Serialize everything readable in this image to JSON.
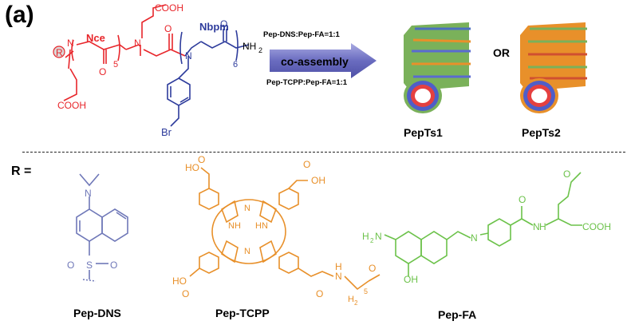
{
  "panel_label": "(a)",
  "r_equals": "R =",
  "or_text": "OR",
  "arrow_label": "co-assembly",
  "ratio_top": "Pep-DNS:Pep-FA=1:1",
  "ratio_bottom": "Pep-TCPP:Pep-FA=1:1",
  "peptoid": {
    "nce_label": "Nce",
    "nbpm_label": "Nbpm",
    "cooh_top": "COOH",
    "cooh_bottom": "COOH",
    "n_label": "N",
    "o_label": "O",
    "r_label": "R",
    "sub5": "5",
    "sub6": "6",
    "nh2": "NH",
    "nh2_sub": "2",
    "br": "Br"
  },
  "tubes": {
    "pepts1": "PepTs1",
    "pepts2": "PepTs2"
  },
  "dns": {
    "caption": "Pep-DNS",
    "n": "N",
    "s": "S",
    "o1": "O",
    "o2": "O"
  },
  "tcpp": {
    "caption": "Pep-TCPP",
    "oh": "OH",
    "o": "O",
    "ho": "HO",
    "nh": "NH",
    "hn": "HN",
    "n": "N",
    "h": "H",
    "ch2": "H",
    "ch2_sub": "2",
    "sub5": "5"
  },
  "fa": {
    "caption": "Pep-FA",
    "h2n": "H",
    "h2n_sub": "2",
    "n": "N",
    "oh": "OH",
    "o": "O",
    "nh": "N",
    "h": "H",
    "cooh": "COOH"
  },
  "colors": {
    "red": "#e8262b",
    "blue": "#2e3c9c",
    "dns_blue": "#6f78b8",
    "orange": "#e8902a",
    "green": "#6cc24a",
    "arrow": "#6a6cc0"
  }
}
